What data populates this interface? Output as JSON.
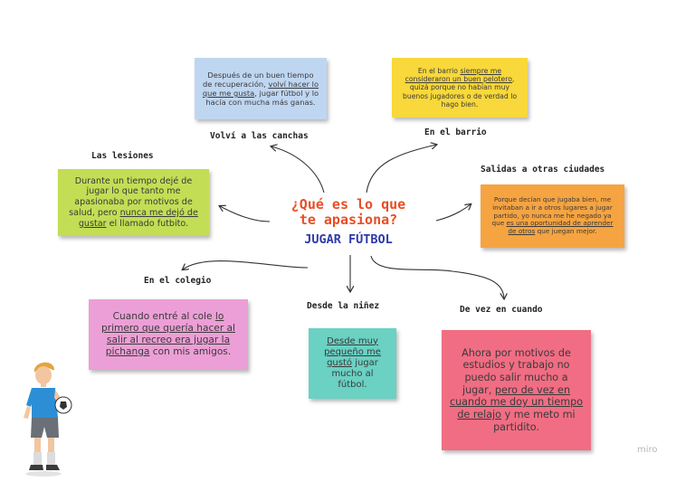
{
  "center": {
    "title_line1": "¿Qué es lo que",
    "title_line2": "te apasiona?",
    "subtitle": "JUGAR FÚTBOL"
  },
  "labels": {
    "volvi": "Volví a las canchas",
    "barrio": "En el barrio",
    "lesiones": "Las lesiones",
    "salidas": "Salidas a otras ciudades",
    "colegio": "En el colegio",
    "ninez": "Desde la niñez",
    "vez": "De vez en cuando"
  },
  "notes": {
    "volvi": {
      "color": "#bfd6f1",
      "p1": "Después de un buen tiempo de recuperación, ",
      "u1": "volví hacer lo que me gusta",
      "p2": ", jugar fútbol y lo hacía con mucha más ganas."
    },
    "barrio": {
      "color": "#f8d83a",
      "p1": "En el barrio ",
      "u1": "siempre me consideraron un buen pelotero",
      "p2": ", quizá porque no habían muy buenos jugadores o de verdad lo hago bien."
    },
    "lesiones": {
      "color": "#c3de55",
      "p1": "Durante un tiempo dejé de jugar lo que tanto me apasionaba por motivos de salud, pero ",
      "u1": "nunca me dejó de gustar",
      "p2": " el llamado futbito."
    },
    "salidas": {
      "color": "#f6a441",
      "p1": "Porque decían que jugaba bien, me invitaban a ir a otros lugares a jugar partido, yo nunca me he negado ya que ",
      "u1": "es una oportunidad de aprender de otros",
      "p2": " que juegan mejor."
    },
    "colegio": {
      "color": "#ec9fd6",
      "p1": "Cuando entré al cole ",
      "u1": "lo primero que quería hacer al salir al recreo era jugar la pichanga",
      "p2": " con mis amigos."
    },
    "ninez": {
      "color": "#6ad1c3",
      "p1": "",
      "u1": "Desde muy pequeño me gustó",
      "p2": " jugar mucho al fútbol."
    },
    "vez": {
      "color": "#f16d83",
      "p1": "Ahora por motivos de estudios y trabajo no puedo salir mucho a jugar, ",
      "u1": "pero de vez en cuando me doy un tiempo de relajo",
      "p2": " y me meto mi partidito."
    }
  },
  "watermark": "miro",
  "colors": {
    "title": "#e84e25",
    "subtitle": "#2f3aa6"
  }
}
